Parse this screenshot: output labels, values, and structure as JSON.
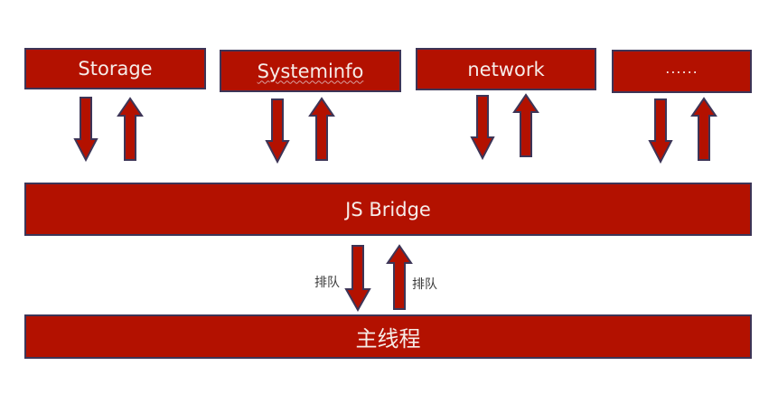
{
  "modules": [
    {
      "label": "Storage"
    },
    {
      "label": "Systeminfo"
    },
    {
      "label": "network"
    },
    {
      "label": "......"
    }
  ],
  "bridge": {
    "label": "JS Bridge"
  },
  "main_thread": {
    "label": "主线程"
  },
  "queue": {
    "down_label": "排队",
    "up_label": "排队"
  },
  "colors": {
    "box_fill": "#b31100",
    "box_border": "#3d3557",
    "text": "#f6ece8"
  }
}
